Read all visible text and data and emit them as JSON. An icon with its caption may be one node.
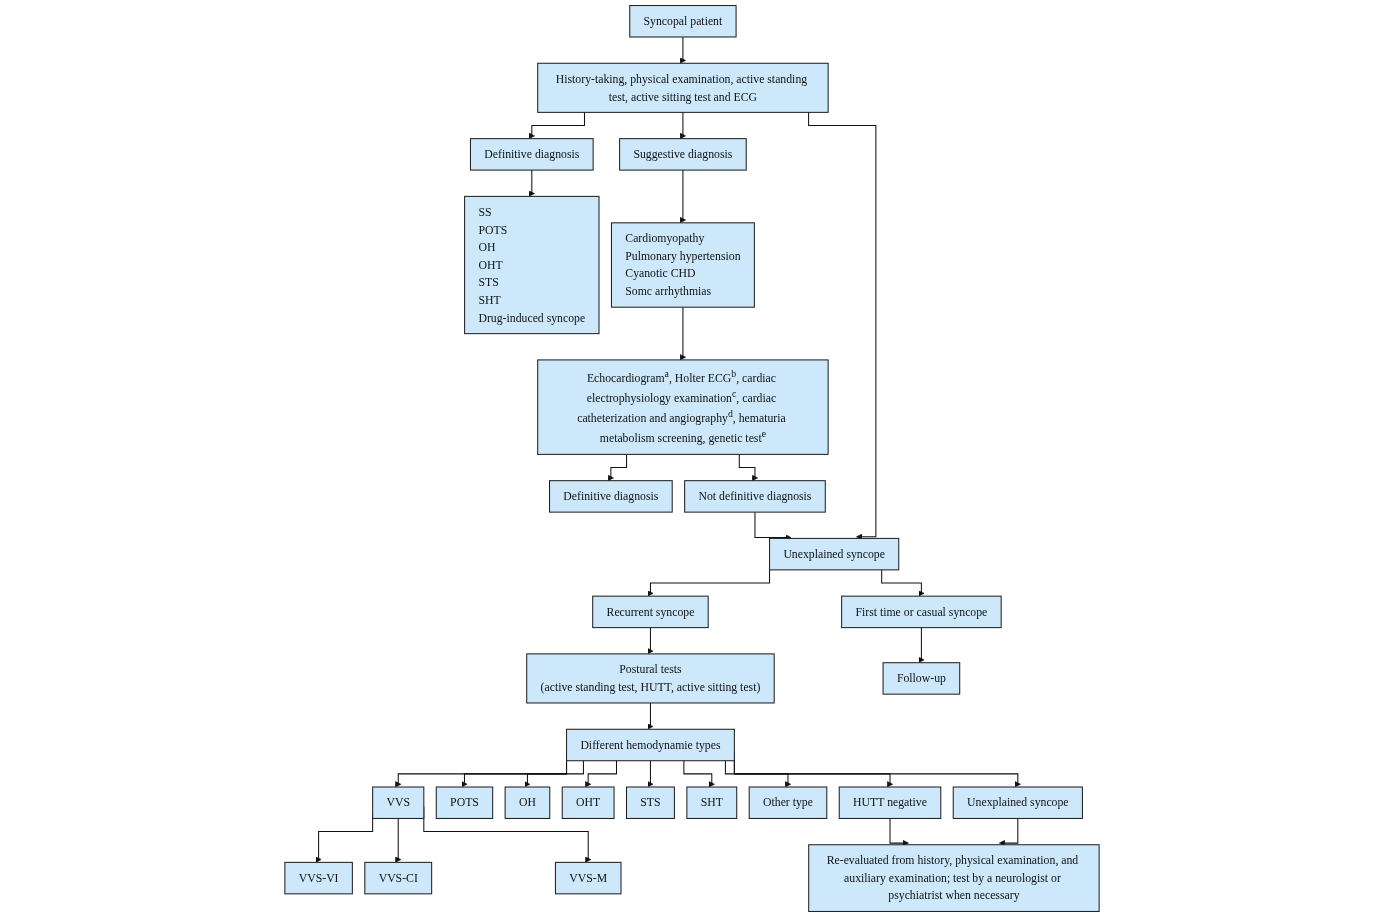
{
  "diagram": {
    "nodes": [
      {
        "text": [
          "Syncopal  patient"
        ]
      },
      {
        "text": [
          "History-taking, physical examination, active standing test, active sitting test and ECG"
        ]
      },
      {
        "text": [
          "Definitive diagnosis"
        ]
      },
      {
        "text": [
          "Suggestive diagnosis"
        ]
      },
      {
        "text": [
          "Unexplained syncope"
        ]
      },
      {
        "text": [
          "SS",
          "POTS",
          "OH",
          "OHT",
          "STS",
          "SHT",
          "Drug-induced syncope"
        ]
      },
      {
        "text": [
          "Cardiomyopathy",
          "Pulmonary hypertension",
          "Cyanotic CHD",
          "Somc arrhythmias"
        ]
      },
      {
        "text": [
          "Recurrent syncope"
        ]
      },
      {
        "text": [
          "First time or casual syncope"
        ]
      },
      {
        "text": [
          "Follow-up"
        ]
      },
      {
        "text": [
          "Postural tests",
          "(active standing test, HUTT, active sitting test)"
        ]
      },
      {
        "text": [
          "Echocardiogram$^{a}$, Holter ECG$^{b}$, cardiac electrophysiology examination$^{c}$, cardiac catheterization and angiography$^{d}$, hematuria metabolism screening, genetic test$^{e}$"
        ]
      },
      {
        "text": [
          "Different hemodynamie types"
        ]
      },
      {
        "text": [
          "Definitive diagnosis"
        ]
      },
      {
        "text": [
          "Not definitive diagnosis"
        ]
      },
      {
        "text": [
          "VVS"
        ]
      },
      {
        "text": [
          "POTS"
        ]
      },
      {
        "text": [
          "OH"
        ]
      },
      {
        "text": [
          "OHT"
        ]
      },
      {
        "text": [
          "STS"
        ]
      },
      {
        "text": [
          "SHT"
        ]
      },
      {
        "text": [
          "Other type"
        ]
      },
      {
        "text": [
          "HUTT negative"
        ]
      },
      {
        "text": [
          "Unexplained syncope"
        ]
      },
      {
        "text": [
          "VVS-VI"
        ]
      },
      {
        "text": [
          "VVS-CI"
        ]
      },
      {
        "text": [
          "VVS-M"
        ]
      },
      {
        "text": [
          "Re-evaluated from history, physical examination, and auxiliary examination; test by a neurologist or psychiatrist when necessary"
        ]
      }
    ],
    "edges": [
      {
        "from": 0,
        "to": 1,
        "arrow": "to"
      },
      {
        "from": 1,
        "to": 2,
        "arrow": "to"
      },
      {
        "from": 1,
        "to": 3,
        "arrow": "to"
      },
      {
        "from": 1,
        "to": 4,
        "arrow": "to"
      },
      {
        "from": 2,
        "to": 5,
        "arrow": "to"
      },
      {
        "from": 3,
        "to": 6,
        "arrow": "to"
      },
      {
        "from": 4,
        "to": 7,
        "arrow": "to"
      },
      {
        "from": 4,
        "to": 8,
        "arrow": "to"
      },
      {
        "from": 8,
        "to": 9,
        "arrow": "to"
      },
      {
        "from": 7,
        "to": 10,
        "arrow": "to"
      },
      {
        "from": 6,
        "to": 11,
        "arrow": "to"
      },
      {
        "from": 10,
        "to": 12,
        "arrow": "to"
      },
      {
        "from": 11,
        "to": 13,
        "arrow": "to"
      },
      {
        "from": 11,
        "to": 14,
        "arrow": "to"
      },
      {
        "from": 14,
        "to": 4,
        "arrow": "to"
      },
      {
        "from": 12,
        "to": 15,
        "arrow": "to"
      },
      {
        "from": 12,
        "to": 16,
        "arrow": "to"
      },
      {
        "from": 12,
        "to": 17,
        "arrow": "to"
      },
      {
        "from": 12,
        "to": 18,
        "arrow": "to"
      },
      {
        "from": 12,
        "to": 19,
        "arrow": "to"
      },
      {
        "from": 12,
        "to": 20,
        "arrow": "to"
      },
      {
        "from": 12,
        "to": 21,
        "arrow": "to"
      },
      {
        "from": 12,
        "to": 22,
        "arrow": "to"
      },
      {
        "from": 12,
        "to": 23,
        "arrow": "to"
      },
      {
        "from": 15,
        "to": 24,
        "arrow": "to"
      },
      {
        "from": 15,
        "to": 25,
        "arrow": "to"
      },
      {
        "from": 15,
        "to": 26,
        "arrow": "to"
      },
      {
        "from": 22,
        "to": 27,
        "arrow": "to"
      },
      {
        "from": 23,
        "to": 27,
        "arrow": "to"
      }
    ]
  }
}
